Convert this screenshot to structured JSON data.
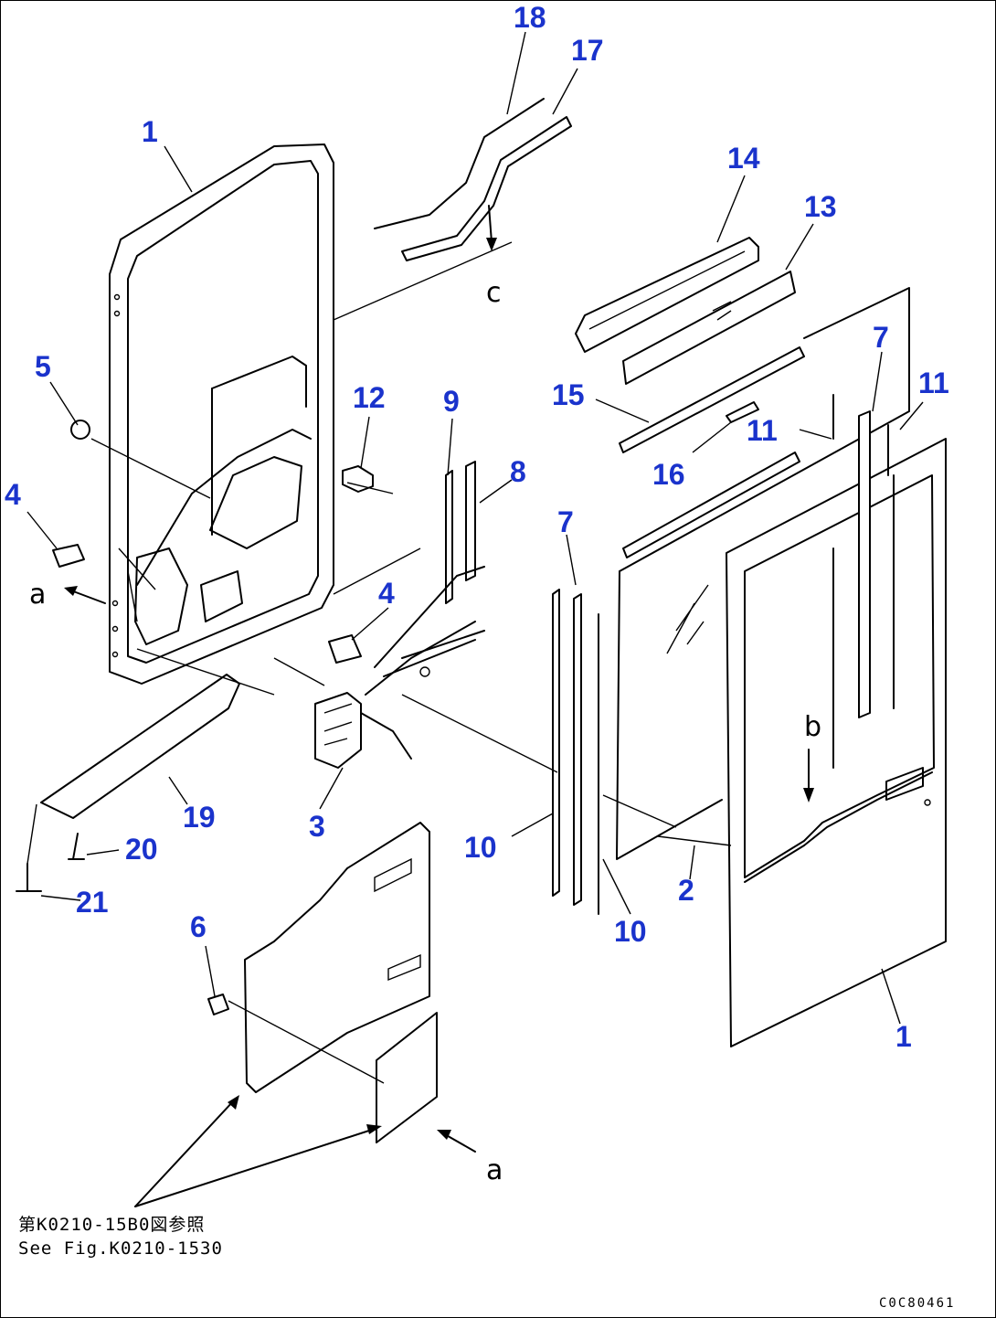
{
  "callouts": [
    "1",
    "1",
    "2",
    "3",
    "4",
    "4",
    "5",
    "6",
    "7",
    "7",
    "8",
    "9",
    "10",
    "10",
    "11",
    "11",
    "12",
    "13",
    "14",
    "15",
    "16",
    "17",
    "18",
    "19",
    "20",
    "21"
  ],
  "view_markers": [
    "a",
    "a",
    "b",
    "c"
  ],
  "note": {
    "line_jp": "第K0210-15B0図参照",
    "line_en": "See Fig.K0210-1530"
  },
  "drawing_code": "C0C80461"
}
